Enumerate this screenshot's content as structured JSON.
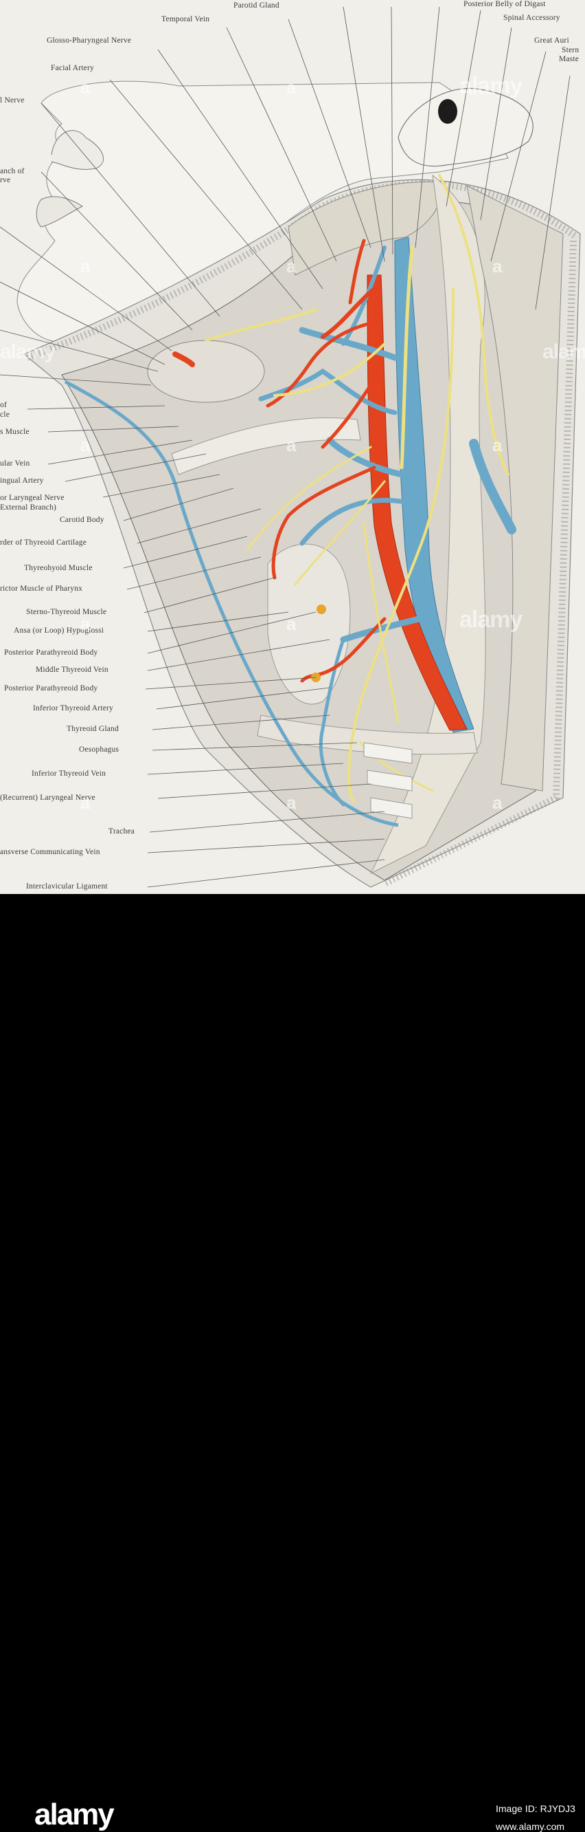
{
  "figure": {
    "labels_top": [
      "Parotid Gland",
      "Temporal Vein",
      "Glosso-Pharyngeal Nerve",
      "Facial Artery",
      "Posterior Belly of Digast",
      "Spinal Accessory",
      "Great Auri",
      "Stern",
      "Maste"
    ],
    "labels_left": [
      "l Nerve",
      "anch of",
      "rve",
      "of",
      "cle",
      "s Muscle",
      "ular Vein",
      "ingual Artery",
      "or Laryngeal Nerve",
      "External Branch)",
      "Carotid Body",
      "rder of Thyreoid Cartilage",
      "Thyreohyoid Muscle",
      "rictor Muscle of Pharynx",
      "Sterno-Thyreoid Muscle",
      "Ansa (or Loop) Hypoglossi",
      "Posterior Parathyreoid Body",
      "Middle Thyreoid Vein",
      "Posterior Parathyreoid Body",
      "Inferior Thyreoid Artery",
      "Thyreoid Gland",
      "Oesophagus",
      "Inferior Thyreoid Vein",
      "(Recurrent) Laryngeal Nerve",
      "Trachea",
      "ansverse Communicating Vein",
      "Interclavicular Ligament"
    ]
  },
  "watermark": {
    "text": "alamy",
    "letter": "a"
  },
  "footer": {
    "brand": "alamy",
    "image_id": "Image ID: RJYDJ3",
    "site": "www.alamy.com"
  },
  "colors": {
    "artery": "#e4431f",
    "vein": "#6aa8c9",
    "nerve": "#ece082",
    "paper": "#f1efe9",
    "ink": "#3a3a3a"
  }
}
